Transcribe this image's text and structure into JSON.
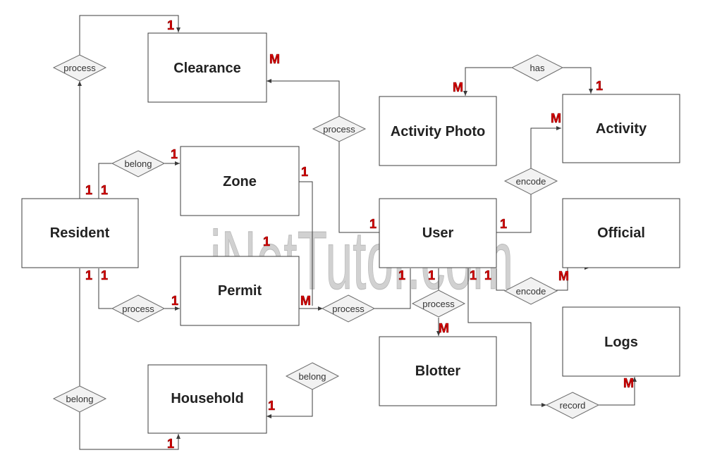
{
  "diagram": {
    "watermark": "iNetTutor.com",
    "entities": {
      "clearance": "Clearance",
      "activity_photo": "Activity Photo",
      "activity": "Activity",
      "zone": "Zone",
      "resident": "Resident",
      "user": "User",
      "official": "Official",
      "permit": "Permit",
      "logs": "Logs",
      "blotter": "Blotter",
      "household": "Household"
    },
    "relationships": {
      "process_clearance_resident": "process",
      "process_clearance_user": "process",
      "has_activity": "has",
      "belong_zone_resident": "belong",
      "encode_activity": "encode",
      "encode_official": "encode",
      "process_permit_resident": "process",
      "process_permit_user": "process",
      "process_blotter": "process",
      "belong_household_zone": "belong",
      "belong_household_resident": "belong",
      "record_logs": "record"
    },
    "cardinalities": {
      "clearance_resident": "1",
      "clearance_user": "M",
      "photo_has": "M",
      "activity_has": "1",
      "activity_encode": "M",
      "zone_belong": "1",
      "zone_household": "1",
      "resident_zone_a": "1",
      "resident_zone_b": "1",
      "resident_permit_a": "1",
      "resident_permit_b": "1",
      "zone_to_permit": "1",
      "permit_resident": "1",
      "permit_user": "M",
      "user_clearance": "1",
      "user_encode_activity": "1",
      "user_permit": "1",
      "user_blotter": "1",
      "user_encode_official": "1",
      "user_logs": "1",
      "official_encode": "M",
      "blotter_process": "M",
      "logs_record": "M",
      "household_zone": "1",
      "household_resident": "1"
    }
  }
}
